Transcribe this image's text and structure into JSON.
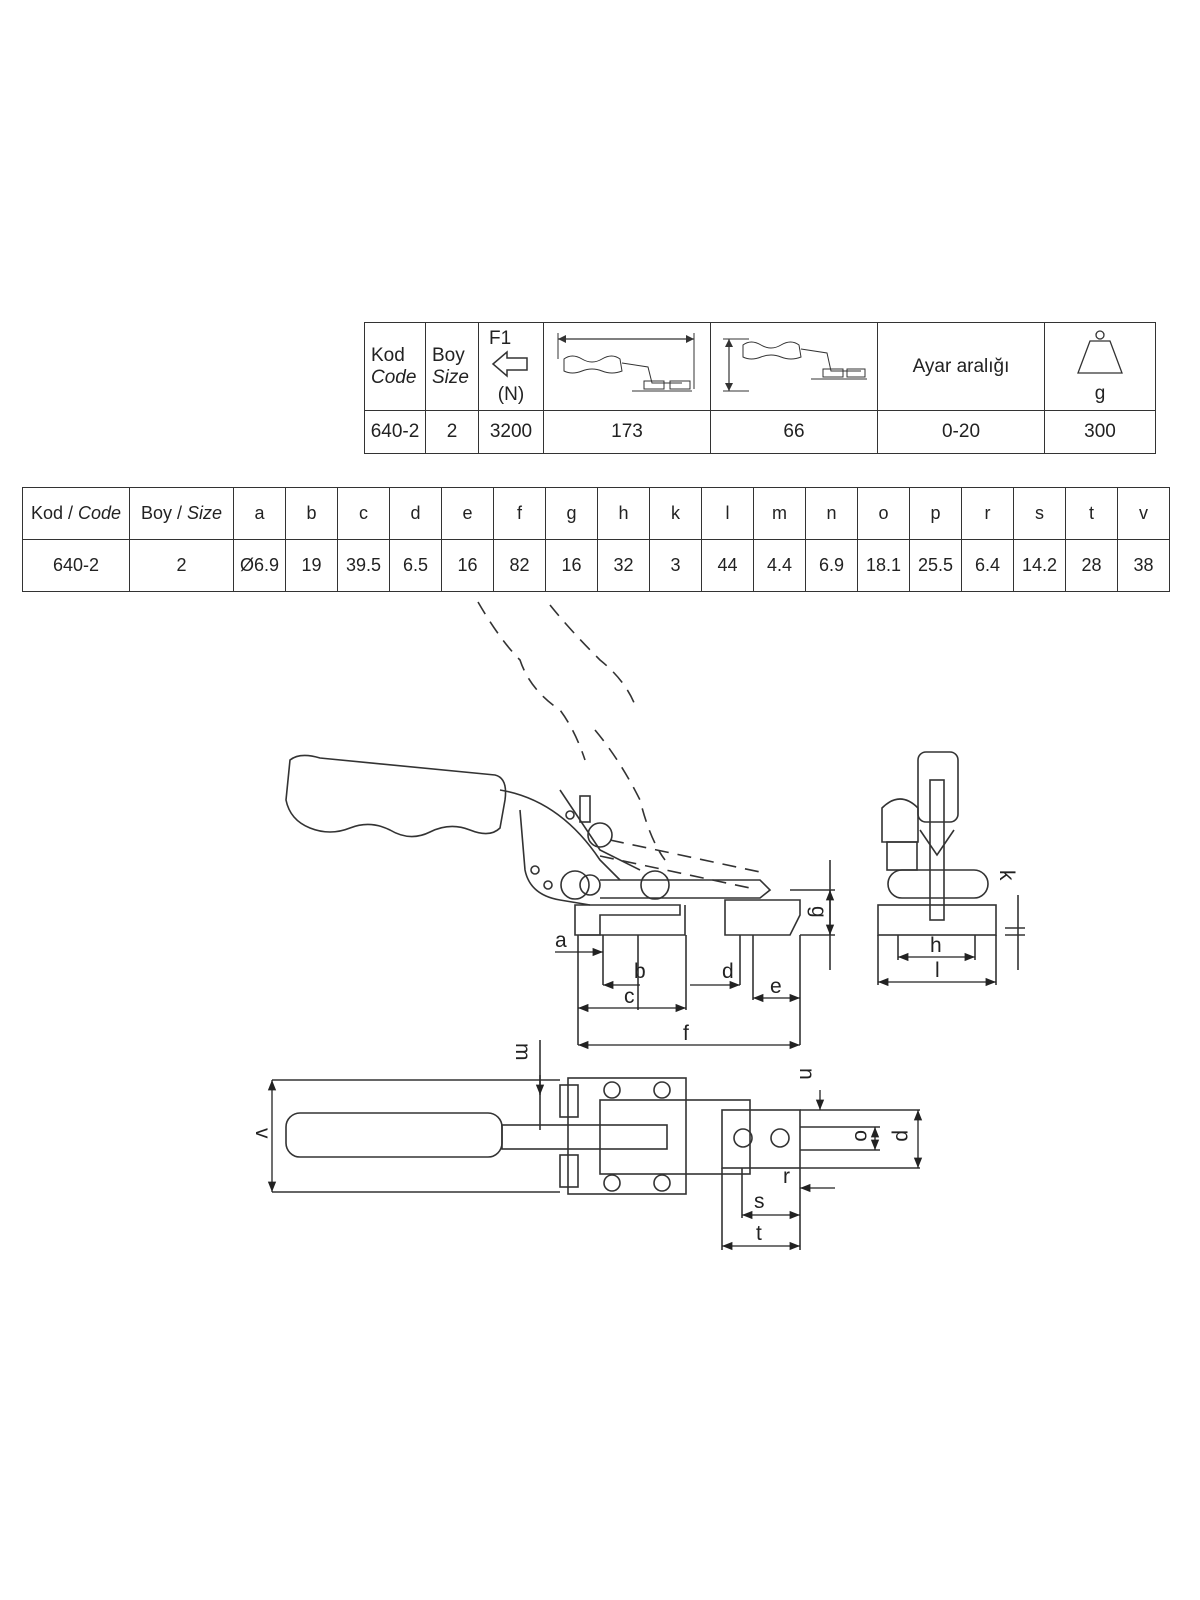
{
  "top_table": {
    "header": {
      "kod": "Kod",
      "code": "Code",
      "boy": "Boy",
      "size": "Size",
      "f1": "F1",
      "n_unit": "(N)",
      "ayar": "Ayar aralığı",
      "weight_unit": "g"
    },
    "row": {
      "code": "640-2",
      "size": "2",
      "force": "3200",
      "length_open": "173",
      "height": "66",
      "adjust_range": "0-20",
      "weight": "300"
    }
  },
  "dim_table": {
    "header": {
      "kod": "Kod / ",
      "code": "Code",
      "boy": "Boy / ",
      "size": "Size",
      "cols": [
        "a",
        "b",
        "c",
        "d",
        "e",
        "f",
        "g",
        "h",
        "k",
        "l",
        "m",
        "n",
        "o",
        "p",
        "r",
        "s",
        "t",
        "v"
      ]
    },
    "row": {
      "code": "640-2",
      "size": "2",
      "values": [
        "Ø6.9",
        "19",
        "39.5",
        "6.5",
        "16",
        "82",
        "16",
        "32",
        "3",
        "44",
        "4.4",
        "6.9",
        "18.1",
        "25.5",
        "6.4",
        "14.2",
        "28",
        "38"
      ]
    }
  },
  "drawing_labels": {
    "a": "a",
    "b": "b",
    "c": "c",
    "d": "d",
    "e": "e",
    "f": "f",
    "g": "g",
    "h": "h",
    "k": "k",
    "l": "l",
    "m": "m",
    "n": "n",
    "o": "o",
    "p": "p",
    "r": "r",
    "s": "s",
    "t": "t",
    "v": "v"
  }
}
